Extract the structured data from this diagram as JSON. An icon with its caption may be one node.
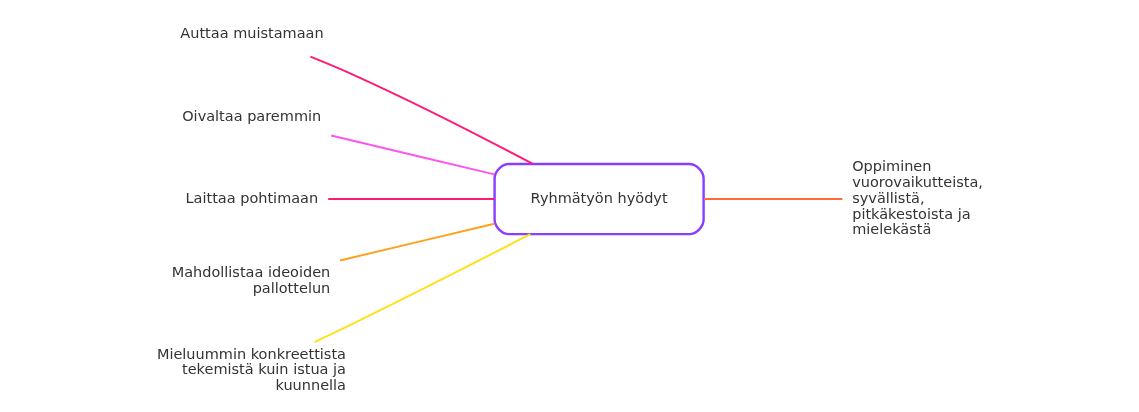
{
  "diagram": {
    "nodes": [
      {
        "text": [
          "Ryhmätyön hyödyt"
        ]
      },
      {
        "text": [
          "Auttaa muistamaan"
        ]
      },
      {
        "text": [
          "Oivaltaa paremmin"
        ]
      },
      {
        "text": [
          "Laittaa pohtimaan"
        ]
      },
      {
        "text": [
          "Mahdollistaa ideoiden pallottelun"
        ]
      },
      {
        "text": [
          "Mieluummin konkreettista tekemistä kuin istua ja kuunnella"
        ]
      },
      {
        "text": [
          "Oppiminen vuorovaikutteista, syvällistä, pitkäkestoista ja mielekästä"
        ]
      }
    ],
    "edges": [
      {
        "from": 1,
        "to": 0,
        "arrow": "none",
        "color": "#ff1a75"
      },
      {
        "from": 2,
        "to": 0,
        "arrow": "none",
        "color": "#ff55ee"
      },
      {
        "from": 3,
        "to": 0,
        "arrow": "none",
        "color": "#ff1a75"
      },
      {
        "from": 4,
        "to": 0,
        "arrow": "none",
        "color": "#ffa01a"
      },
      {
        "from": 5,
        "to": 0,
        "arrow": "none",
        "color": "#ffe01a"
      },
      {
        "from": 0,
        "to": 6,
        "arrow": "none",
        "color": "#ff6a3d"
      }
    ]
  }
}
